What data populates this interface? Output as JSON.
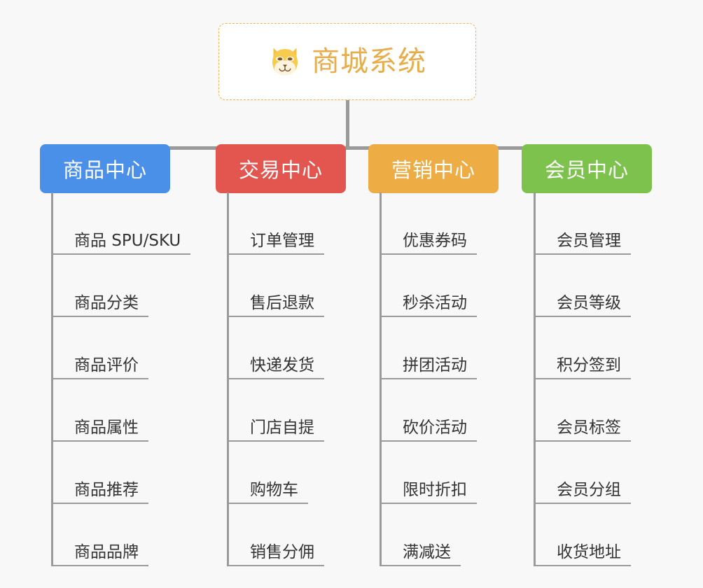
{
  "diagram": {
    "title": "商城系统",
    "root": {
      "label": "商城系统",
      "icon": "shiba-dog-face-icon",
      "text_color": "#e8ac4a",
      "border_color": "#f0b64a",
      "background": "#ffffff"
    },
    "background_color": "#f8f8f8",
    "connector_color": "#9a9a9a",
    "branches": [
      {
        "label": "商品中心",
        "color": "#4a90e8",
        "items": [
          "商品 SPU/SKU",
          "商品分类",
          "商品评价",
          "商品属性",
          "商品推荐",
          "商品品牌"
        ]
      },
      {
        "label": "交易中心",
        "color": "#e2564f",
        "items": [
          "订单管理",
          "售后退款",
          "快递发货",
          "门店自提",
          "购物车",
          "销售分佣"
        ]
      },
      {
        "label": "营销中心",
        "color": "#eeac45",
        "items": [
          "优惠券码",
          "秒杀活动",
          "拼团活动",
          "砍价活动",
          "限时折扣",
          "满减送"
        ]
      },
      {
        "label": "会员中心",
        "color": "#7cc24c",
        "items": [
          "会员管理",
          "会员等级",
          "积分签到",
          "会员标签",
          "会员分组",
          "收货地址"
        ]
      }
    ]
  }
}
